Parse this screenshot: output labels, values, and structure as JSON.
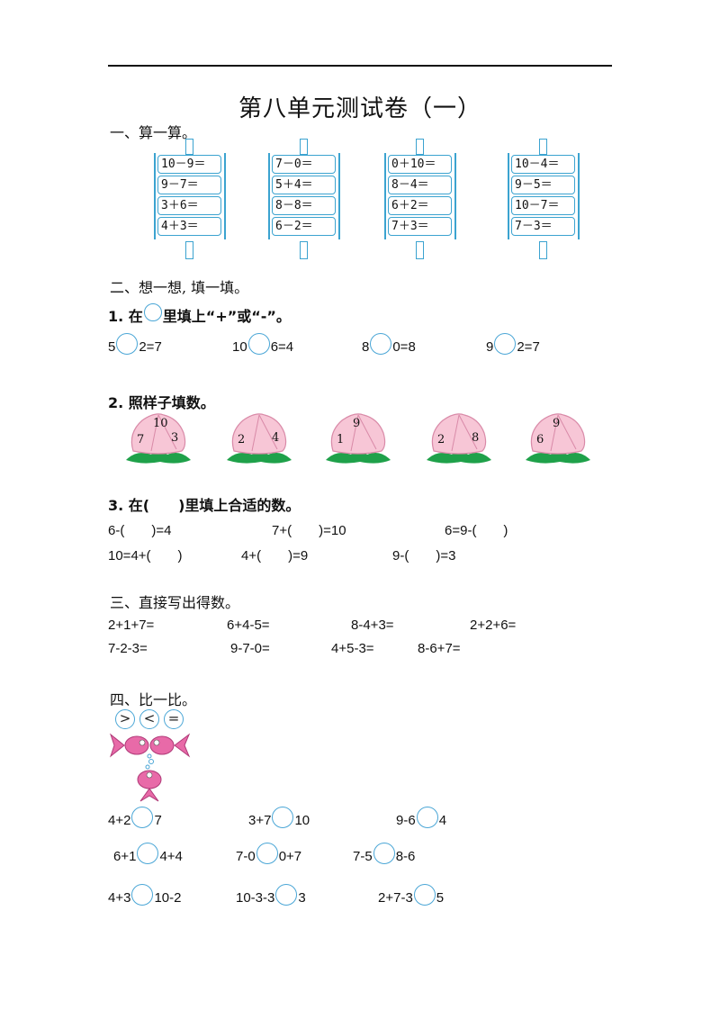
{
  "title": "第八单元测试卷（一）",
  "section1": {
    "heading": "一、算一算。",
    "cards": [
      [
        "10－9＝",
        "9－7＝",
        "3＋6＝",
        "4＋3＝"
      ],
      [
        "7－0＝",
        "5＋4＝",
        "8－8＝",
        "6－2＝"
      ],
      [
        "0＋10＝",
        "8－4＝",
        "6＋2＝",
        "7＋3＝"
      ],
      [
        "10－4＝",
        "9－5＝",
        "10－7＝",
        "7－3＝"
      ]
    ]
  },
  "section2": {
    "heading": "二、想一想, 填一填。",
    "q1": {
      "prefix": "1. 在",
      "suffix": "里填上“+”或“-”。",
      "items": [
        {
          "left": "5",
          "right": "2=7"
        },
        {
          "left": "10",
          "right": "6=4"
        },
        {
          "left": "8",
          "right": "0=8"
        },
        {
          "left": "9",
          "right": "2=7"
        }
      ]
    },
    "q2": {
      "label": "2. 照样子填数。",
      "peaches": [
        {
          "top": "10",
          "left": "7",
          "right": "3"
        },
        {
          "top": "",
          "left": "2",
          "right": "4"
        },
        {
          "top": "9",
          "left": "1",
          "right": ""
        },
        {
          "top": "",
          "left": "2",
          "right": "8"
        },
        {
          "top": "9",
          "left": "6",
          "right": ""
        }
      ]
    },
    "q3": {
      "label": "3. 在(　　)里填上合适的数。",
      "row1": [
        "6-(　　)=4",
        "7+(　　)=10",
        "6=9-(　　)"
      ],
      "row2": [
        "10=4+(　　)",
        "4+(　　)=9",
        "9-(　　)=3"
      ]
    }
  },
  "section3": {
    "heading": "三、直接写出得数。",
    "row1": [
      "2+1+7=",
      "6+4-5=",
      "8-4+3=",
      "2+2+6="
    ],
    "row2": [
      "7-2-3=",
      "9-7-0=",
      "4+5-3=",
      "8-6+7="
    ]
  },
  "section4": {
    "heading": "四、比一比。",
    "symbols": [
      ">",
      "<",
      "="
    ],
    "rows": [
      [
        {
          "left": "4+2",
          "right": "7"
        },
        {
          "left": "3+7",
          "right": "10"
        },
        {
          "left": "9-6",
          "right": "4"
        }
      ],
      [
        {
          "left": "6+1",
          "right": "4+4"
        },
        {
          "left": "7-0",
          "right": "0+7"
        },
        {
          "left": "7-5",
          "right": "8-6"
        }
      ],
      [
        {
          "left": "4+3",
          "right": "10-2"
        },
        {
          "left": "10-3-3",
          "right": "3"
        },
        {
          "left": "2+7-3",
          "right": "5"
        }
      ]
    ]
  }
}
